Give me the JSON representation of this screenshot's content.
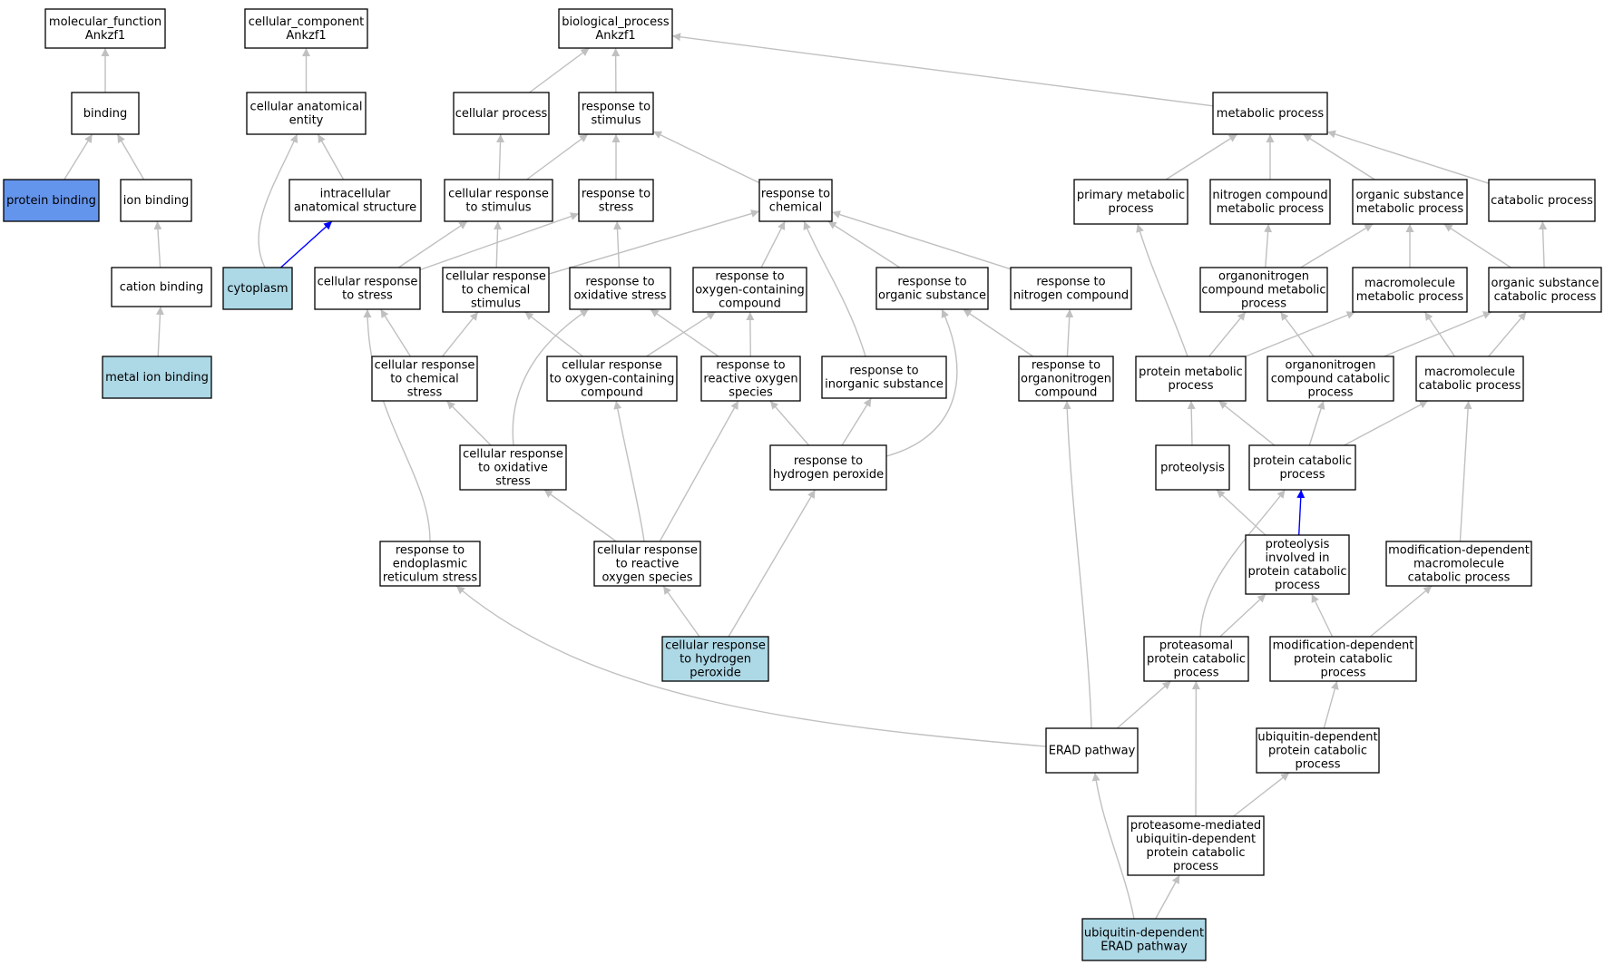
{
  "colors": {
    "default_fill": "#ffffff",
    "light_blue": "#add8e6",
    "cornflower": "#6495ed",
    "edge_gray": "#c0c0c0",
    "edge_blue": "#0000ff"
  },
  "nodes": [
    {
      "id": "mf",
      "lines": [
        "molecular_function",
        "Ankzf1"
      ],
      "fill": "default"
    },
    {
      "id": "cc",
      "lines": [
        "cellular_component",
        "Ankzf1"
      ],
      "fill": "default"
    },
    {
      "id": "bp",
      "lines": [
        "biological_process",
        "Ankzf1"
      ],
      "fill": "default"
    },
    {
      "id": "binding",
      "lines": [
        "binding"
      ],
      "fill": "default"
    },
    {
      "id": "protbind",
      "lines": [
        "protein binding"
      ],
      "fill": "cornflower"
    },
    {
      "id": "ionbind",
      "lines": [
        "ion binding"
      ],
      "fill": "default"
    },
    {
      "id": "cationbind",
      "lines": [
        "cation binding"
      ],
      "fill": "default"
    },
    {
      "id": "metalbind",
      "lines": [
        "metal ion binding"
      ],
      "fill": "light_blue"
    },
    {
      "id": "cae",
      "lines": [
        "cellular anatomical",
        "entity"
      ],
      "fill": "default"
    },
    {
      "id": "ias",
      "lines": [
        "intracellular",
        "anatomical structure"
      ],
      "fill": "default"
    },
    {
      "id": "cyto",
      "lines": [
        "cytoplasm"
      ],
      "fill": "light_blue"
    },
    {
      "id": "cellproc",
      "lines": [
        "cellular process"
      ],
      "fill": "default"
    },
    {
      "id": "rstim",
      "lines": [
        "response to",
        "stimulus"
      ],
      "fill": "default"
    },
    {
      "id": "crstim",
      "lines": [
        "cellular response",
        "to stimulus"
      ],
      "fill": "default"
    },
    {
      "id": "rstress",
      "lines": [
        "response to",
        "stress"
      ],
      "fill": "default"
    },
    {
      "id": "rchem",
      "lines": [
        "response to",
        "chemical"
      ],
      "fill": "default"
    },
    {
      "id": "crstress",
      "lines": [
        "cellular response",
        "to stress"
      ],
      "fill": "default"
    },
    {
      "id": "crchem",
      "lines": [
        "cellular response",
        "to chemical",
        "stimulus"
      ],
      "fill": "default"
    },
    {
      "id": "roxstress",
      "lines": [
        "response to",
        "oxidative stress"
      ],
      "fill": "default"
    },
    {
      "id": "roxcomp",
      "lines": [
        "response to",
        "oxygen-containing",
        "compound"
      ],
      "fill": "default"
    },
    {
      "id": "rorgsub",
      "lines": [
        "response to",
        "organic substance"
      ],
      "fill": "default"
    },
    {
      "id": "rnitcomp",
      "lines": [
        "response to",
        "nitrogen compound"
      ],
      "fill": "default"
    },
    {
      "id": "crchemstress",
      "lines": [
        "cellular response",
        "to chemical",
        "stress"
      ],
      "fill": "default"
    },
    {
      "id": "croxcomp",
      "lines": [
        "cellular response",
        "to oxygen-containing",
        "compound"
      ],
      "fill": "default"
    },
    {
      "id": "rros",
      "lines": [
        "response to",
        "reactive oxygen",
        "species"
      ],
      "fill": "default"
    },
    {
      "id": "rinorg",
      "lines": [
        "response to",
        "inorganic substance"
      ],
      "fill": "default"
    },
    {
      "id": "rorgnit",
      "lines": [
        "response to",
        "organonitrogen",
        "compound"
      ],
      "fill": "default"
    },
    {
      "id": "croxstress",
      "lines": [
        "cellular response",
        "to oxidative",
        "stress"
      ],
      "fill": "default"
    },
    {
      "id": "rh2o2",
      "lines": [
        "response to",
        "hydrogen peroxide"
      ],
      "fill": "default"
    },
    {
      "id": "rer",
      "lines": [
        "response to",
        "endoplasmic",
        "reticulum stress"
      ],
      "fill": "default"
    },
    {
      "id": "crros",
      "lines": [
        "cellular response",
        "to reactive",
        "oxygen species"
      ],
      "fill": "default"
    },
    {
      "id": "crh2o2",
      "lines": [
        "cellular response",
        "to hydrogen",
        "peroxide"
      ],
      "fill": "light_blue"
    },
    {
      "id": "metab",
      "lines": [
        "metabolic process"
      ],
      "fill": "default"
    },
    {
      "id": "primmet",
      "lines": [
        "primary metabolic",
        "process"
      ],
      "fill": "default"
    },
    {
      "id": "nitmet",
      "lines": [
        "nitrogen compound",
        "metabolic process"
      ],
      "fill": "default"
    },
    {
      "id": "orgsubmet",
      "lines": [
        "organic substance",
        "metabolic process"
      ],
      "fill": "default"
    },
    {
      "id": "catab",
      "lines": [
        "catabolic process"
      ],
      "fill": "default"
    },
    {
      "id": "orgnitmet",
      "lines": [
        "organonitrogen",
        "compound metabolic",
        "process"
      ],
      "fill": "default"
    },
    {
      "id": "macromet",
      "lines": [
        "macromolecule",
        "metabolic process"
      ],
      "fill": "default"
    },
    {
      "id": "orgsubcat",
      "lines": [
        "organic substance",
        "catabolic process"
      ],
      "fill": "default"
    },
    {
      "id": "protmet",
      "lines": [
        "protein metabolic",
        "process"
      ],
      "fill": "default"
    },
    {
      "id": "orgnitcat",
      "lines": [
        "organonitrogen",
        "compound catabolic",
        "process"
      ],
      "fill": "default"
    },
    {
      "id": "macrocat",
      "lines": [
        "macromolecule",
        "catabolic process"
      ],
      "fill": "default"
    },
    {
      "id": "proteolysis",
      "lines": [
        "proteolysis"
      ],
      "fill": "default"
    },
    {
      "id": "protcat",
      "lines": [
        "protein catabolic",
        "process"
      ],
      "fill": "default"
    },
    {
      "id": "protcatproc",
      "lines": [
        "proteolysis",
        "involved in",
        "protein catabolic",
        "process"
      ],
      "fill": "default"
    },
    {
      "id": "moddepmacro",
      "lines": [
        "modification-dependent",
        "macromolecule",
        "catabolic process"
      ],
      "fill": "default"
    },
    {
      "id": "proteasomal",
      "lines": [
        "proteasomal",
        "protein catabolic",
        "process"
      ],
      "fill": "default"
    },
    {
      "id": "moddepprot",
      "lines": [
        "modification-dependent",
        "protein catabolic",
        "process"
      ],
      "fill": "default"
    },
    {
      "id": "erad",
      "lines": [
        "ERAD pathway"
      ],
      "fill": "default"
    },
    {
      "id": "ubdepprot",
      "lines": [
        "ubiquitin-dependent",
        "protein catabolic",
        "process"
      ],
      "fill": "default"
    },
    {
      "id": "proteasomeub",
      "lines": [
        "proteasome-mediated",
        "ubiquitin-dependent",
        "protein catabolic",
        "process"
      ],
      "fill": "default"
    },
    {
      "id": "uberad",
      "lines": [
        "ubiquitin-dependent",
        "ERAD pathway"
      ],
      "fill": "light_blue"
    }
  ],
  "edges": [
    {
      "from": "binding",
      "to": "mf",
      "color": "gray"
    },
    {
      "from": "protbind",
      "to": "binding",
      "color": "gray"
    },
    {
      "from": "ionbind",
      "to": "binding",
      "color": "gray"
    },
    {
      "from": "cationbind",
      "to": "ionbind",
      "color": "gray"
    },
    {
      "from": "metalbind",
      "to": "cationbind",
      "color": "gray"
    },
    {
      "from": "cae",
      "to": "cc",
      "color": "gray"
    },
    {
      "from": "ias",
      "to": "cae",
      "color": "gray"
    },
    {
      "from": "cyto",
      "to": "cae",
      "color": "gray"
    },
    {
      "from": "cyto",
      "to": "ias",
      "color": "blue"
    },
    {
      "from": "cellproc",
      "to": "bp",
      "color": "gray"
    },
    {
      "from": "rstim",
      "to": "bp",
      "color": "gray"
    },
    {
      "from": "metab",
      "to": "bp",
      "color": "gray"
    },
    {
      "from": "crstim",
      "to": "cellproc",
      "color": "gray"
    },
    {
      "from": "crstim",
      "to": "rstim",
      "color": "gray"
    },
    {
      "from": "rstress",
      "to": "rstim",
      "color": "gray"
    },
    {
      "from": "rchem",
      "to": "rstim",
      "color": "gray"
    },
    {
      "from": "crstress",
      "to": "crstim",
      "color": "gray"
    },
    {
      "from": "crstress",
      "to": "rstress",
      "color": "gray"
    },
    {
      "from": "crchem",
      "to": "crstim",
      "color": "gray"
    },
    {
      "from": "crchem",
      "to": "rchem",
      "color": "gray"
    },
    {
      "from": "roxstress",
      "to": "rstress",
      "color": "gray"
    },
    {
      "from": "roxcomp",
      "to": "rchem",
      "color": "gray"
    },
    {
      "from": "rorgsub",
      "to": "rchem",
      "color": "gray"
    },
    {
      "from": "rnitcomp",
      "to": "rchem",
      "color": "gray"
    },
    {
      "from": "rinorg",
      "to": "rchem",
      "color": "gray"
    },
    {
      "from": "crchemstress",
      "to": "crstress",
      "color": "gray"
    },
    {
      "from": "crchemstress",
      "to": "crchem",
      "color": "gray"
    },
    {
      "from": "croxcomp",
      "to": "crchem",
      "color": "gray"
    },
    {
      "from": "croxcomp",
      "to": "roxcomp",
      "color": "gray"
    },
    {
      "from": "rros",
      "to": "roxstress",
      "color": "gray"
    },
    {
      "from": "rros",
      "to": "roxcomp",
      "color": "gray"
    },
    {
      "from": "rorgnit",
      "to": "rorgsub",
      "color": "gray"
    },
    {
      "from": "rorgnit",
      "to": "rnitcomp",
      "color": "gray"
    },
    {
      "from": "croxstress",
      "to": "crchemstress",
      "color": "gray"
    },
    {
      "from": "croxstress",
      "to": "roxstress",
      "color": "gray"
    },
    {
      "from": "rh2o2",
      "to": "rros",
      "color": "gray"
    },
    {
      "from": "rh2o2",
      "to": "rinorg",
      "color": "gray"
    },
    {
      "from": "rh2o2",
      "to": "rorgsub",
      "color": "gray"
    },
    {
      "from": "rer",
      "to": "crstress",
      "color": "gray"
    },
    {
      "from": "crros",
      "to": "croxstress",
      "color": "gray"
    },
    {
      "from": "crros",
      "to": "croxcomp",
      "color": "gray"
    },
    {
      "from": "crros",
      "to": "rros",
      "color": "gray"
    },
    {
      "from": "crh2o2",
      "to": "crros",
      "color": "gray"
    },
    {
      "from": "crh2o2",
      "to": "rh2o2",
      "color": "gray"
    },
    {
      "from": "primmet",
      "to": "metab",
      "color": "gray"
    },
    {
      "from": "nitmet",
      "to": "metab",
      "color": "gray"
    },
    {
      "from": "orgsubmet",
      "to": "metab",
      "color": "gray"
    },
    {
      "from": "catab",
      "to": "metab",
      "color": "gray"
    },
    {
      "from": "orgnitmet",
      "to": "nitmet",
      "color": "gray"
    },
    {
      "from": "orgnitmet",
      "to": "orgsubmet",
      "color": "gray"
    },
    {
      "from": "macromet",
      "to": "orgsubmet",
      "color": "gray"
    },
    {
      "from": "orgsubcat",
      "to": "orgsubmet",
      "color": "gray"
    },
    {
      "from": "orgsubcat",
      "to": "catab",
      "color": "gray"
    },
    {
      "from": "protmet",
      "to": "primmet",
      "color": "gray"
    },
    {
      "from": "protmet",
      "to": "orgnitmet",
      "color": "gray"
    },
    {
      "from": "protmet",
      "to": "macromet",
      "color": "gray"
    },
    {
      "from": "orgnitcat",
      "to": "orgnitmet",
      "color": "gray"
    },
    {
      "from": "orgnitcat",
      "to": "orgsubcat",
      "color": "gray"
    },
    {
      "from": "macrocat",
      "to": "macromet",
      "color": "gray"
    },
    {
      "from": "macrocat",
      "to": "orgsubcat",
      "color": "gray"
    },
    {
      "from": "proteolysis",
      "to": "protmet",
      "color": "gray"
    },
    {
      "from": "protcat",
      "to": "protmet",
      "color": "gray"
    },
    {
      "from": "protcat",
      "to": "orgnitcat",
      "color": "gray"
    },
    {
      "from": "protcat",
      "to": "macrocat",
      "color": "gray"
    },
    {
      "from": "protcatproc",
      "to": "proteolysis",
      "color": "gray"
    },
    {
      "from": "protcatproc",
      "to": "protcat",
      "color": "blue"
    },
    {
      "from": "moddepmacro",
      "to": "macrocat",
      "color": "gray"
    },
    {
      "from": "proteasomal",
      "to": "protcat",
      "color": "gray"
    },
    {
      "from": "proteasomal",
      "to": "protcatproc",
      "color": "gray"
    },
    {
      "from": "moddepprot",
      "to": "protcatproc",
      "color": "gray"
    },
    {
      "from": "moddepprot",
      "to": "moddepmacro",
      "color": "gray"
    },
    {
      "from": "erad",
      "to": "rer",
      "color": "gray"
    },
    {
      "from": "erad",
      "to": "rorgnit",
      "color": "gray"
    },
    {
      "from": "erad",
      "to": "proteasomal",
      "color": "gray"
    },
    {
      "from": "ubdepprot",
      "to": "moddepprot",
      "color": "gray"
    },
    {
      "from": "proteasomeub",
      "to": "proteasomal",
      "color": "gray"
    },
    {
      "from": "proteasomeub",
      "to": "ubdepprot",
      "color": "gray"
    },
    {
      "from": "uberad",
      "to": "erad",
      "color": "gray"
    },
    {
      "from": "uberad",
      "to": "proteasomeub",
      "color": "gray"
    }
  ]
}
